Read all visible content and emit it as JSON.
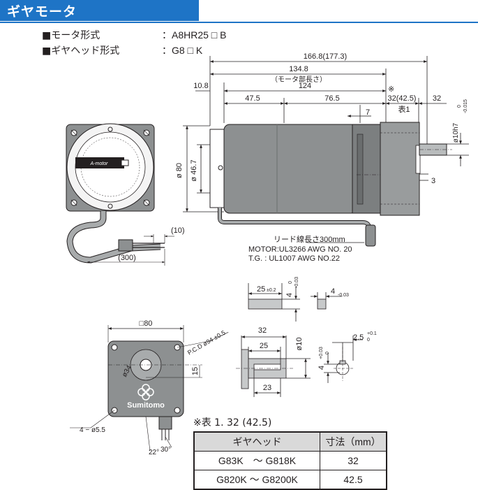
{
  "header": {
    "title": "ギヤモータ",
    "color": "#1e74c6"
  },
  "specs": [
    {
      "label": "■モータ形式",
      "value": "：A8HR25 □ B"
    },
    {
      "label": "■ギヤヘッド形式",
      "value": "：G8 □ K"
    }
  ],
  "side_view": {
    "overall_length": "166.8(177.3)",
    "motor_length": "134.8",
    "motor_length_note": "（モータ部長さ）",
    "body_length": "124",
    "flange_offset": "10.8",
    "seg_left": "47.5",
    "seg_right": "76.5",
    "note_mark": "※",
    "gear_length": "32(42.5)",
    "table_ref": "表1",
    "shaft_length": "32",
    "key_length": "7",
    "dia_80": "ø 80",
    "dia_467": "ø 46.7",
    "shaft_dia": "ø10h7",
    "shaft_tol_top": "0",
    "shaft_tol_bottom": "-0.015",
    "key_depth": "3",
    "lead_length": "リード線長さ300mm",
    "motor_wire": "MOTOR:UL3266 AWG NO. 20",
    "tg_wire": "T.G. : UL1007 AWG NO.22"
  },
  "rear_view": {
    "cable_length": "(300)",
    "strip_length": "(10)",
    "label_text": "A-motor"
  },
  "key_detail": {
    "key_len": "25",
    "key_len_tol": "±0.2",
    "key_h": "4",
    "key_h_tol_top": "0",
    "key_h_tol_bottom": "-0.03",
    "key_w": "4",
    "key_w_tol": "-0.03"
  },
  "shaft_detail": {
    "total": "32",
    "key_span": "25",
    "flat": "23",
    "dia": "ø10",
    "keyway_w": "4",
    "keyway_tol_top": "+0.03",
    "keyway_tol_bottom": "0",
    "keyway_d": "2.5",
    "keyway_d_tol_top": "+0.1",
    "keyway_d_tol_bottom": "0"
  },
  "front_view": {
    "square": "□80",
    "pcd": "P.C.D ø94 ±0.5",
    "pilot": "ø34",
    "offset": "15",
    "holes": "4 − ø5.5",
    "angle1": "22°",
    "angle2": "30°",
    "brand": "Sumitomo"
  },
  "table1": {
    "title": "※表 1.  32 (42.5)",
    "col_gearhead": "ギヤヘッド",
    "col_dimension": "寸法（mm）",
    "rows": [
      {
        "gearhead": "G83K　～ G818K",
        "dimension": "32"
      },
      {
        "gearhead": "G820K ～ G8200K",
        "dimension": "42.5"
      }
    ]
  }
}
